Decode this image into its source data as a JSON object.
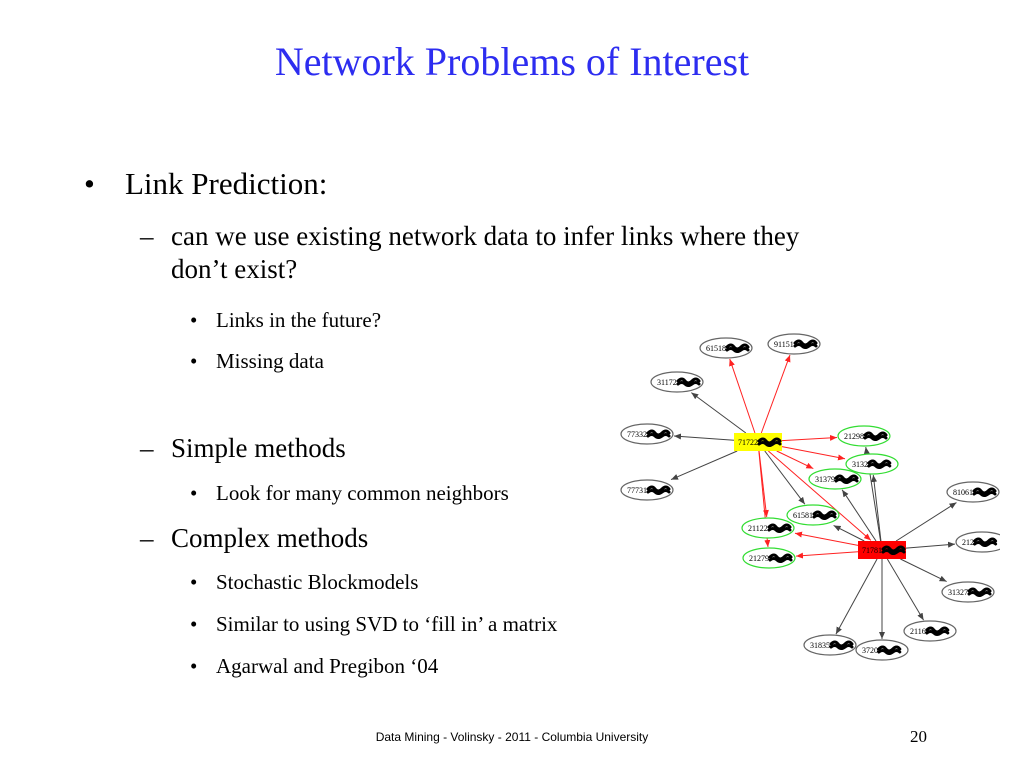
{
  "slide": {
    "title": "Network Problems of Interest",
    "footer": "Data Mining - Volinsky - 2011 - Columbia University",
    "page_number": "20"
  },
  "content": {
    "link_prediction": "Link Prediction:",
    "question_line1": "can we use existing network data to infer links where they",
    "question_line2": "don’t exist?",
    "future_links": "Links in the future?",
    "missing_data": "Missing data",
    "simple_methods": "Simple methods",
    "common_neighbors": "Look for many common neighbors",
    "complex_methods": "Complex methods",
    "stochastic": "Stochastic Blockmodels",
    "svd": "Similar to using SVD to ‘fill in’ a matrix",
    "agarwal": "Agarwal and Pregibon ‘04"
  },
  "graph": {
    "colors": {
      "yellow_hub": "#ffff00",
      "red_hub": "#ff0000",
      "green_node": "#33dd33",
      "red_edge": "#ff2222",
      "gray_edge": "#444444"
    },
    "nodes": [
      {
        "id": "n1",
        "label": "61518",
        "shape": "ellipse",
        "color": "gray"
      },
      {
        "id": "n2",
        "label": "91151",
        "shape": "ellipse",
        "color": "gray"
      },
      {
        "id": "n3",
        "label": "31172",
        "shape": "ellipse",
        "color": "gray"
      },
      {
        "id": "n4",
        "label": "77332",
        "shape": "ellipse",
        "color": "gray"
      },
      {
        "id": "n5",
        "label": "77731",
        "shape": "ellipse",
        "color": "gray"
      },
      {
        "id": "n6",
        "label": "71722",
        "shape": "box",
        "color": "yellow"
      },
      {
        "id": "n7",
        "label": "21298",
        "shape": "ellipse",
        "color": "green"
      },
      {
        "id": "n8",
        "label": "3132",
        "shape": "ellipse",
        "color": "green"
      },
      {
        "id": "n9",
        "label": "31379",
        "shape": "ellipse",
        "color": "green"
      },
      {
        "id": "n10",
        "label": "61581",
        "shape": "ellipse",
        "color": "green"
      },
      {
        "id": "n11",
        "label": "21122",
        "shape": "ellipse",
        "color": "green"
      },
      {
        "id": "n12",
        "label": "21279",
        "shape": "ellipse",
        "color": "green"
      },
      {
        "id": "n13",
        "label": "71781",
        "shape": "box",
        "color": "red"
      },
      {
        "id": "n14",
        "label": "81061",
        "shape": "ellipse",
        "color": "gray"
      },
      {
        "id": "n15",
        "label": "212",
        "shape": "ellipse",
        "color": "gray"
      },
      {
        "id": "n16",
        "label": "31327",
        "shape": "ellipse",
        "color": "gray"
      },
      {
        "id": "n17",
        "label": "2116",
        "shape": "ellipse",
        "color": "gray"
      },
      {
        "id": "n18",
        "label": "31835",
        "shape": "ellipse",
        "color": "gray"
      },
      {
        "id": "n19",
        "label": "3720",
        "shape": "ellipse",
        "color": "gray"
      }
    ],
    "edges": [
      {
        "from": "n6",
        "to": "n1",
        "color": "red"
      },
      {
        "from": "n6",
        "to": "n2",
        "color": "red"
      },
      {
        "from": "n6",
        "to": "n3",
        "color": "gray"
      },
      {
        "from": "n6",
        "to": "n4",
        "color": "gray"
      },
      {
        "from": "n6",
        "to": "n5",
        "color": "gray"
      },
      {
        "from": "n6",
        "to": "n7",
        "color": "red"
      },
      {
        "from": "n6",
        "to": "n8",
        "color": "red"
      },
      {
        "from": "n6",
        "to": "n9",
        "color": "red"
      },
      {
        "from": "n6",
        "to": "n10",
        "color": "gray"
      },
      {
        "from": "n6",
        "to": "n11",
        "color": "red"
      },
      {
        "from": "n6",
        "to": "n12",
        "color": "red"
      },
      {
        "from": "n6",
        "to": "n13",
        "color": "red"
      },
      {
        "from": "n13",
        "to": "n7",
        "color": "gray"
      },
      {
        "from": "n13",
        "to": "n8",
        "color": "gray"
      },
      {
        "from": "n13",
        "to": "n9",
        "color": "gray"
      },
      {
        "from": "n13",
        "to": "n10",
        "color": "gray"
      },
      {
        "from": "n13",
        "to": "n11",
        "color": "red"
      },
      {
        "from": "n13",
        "to": "n12",
        "color": "red"
      },
      {
        "from": "n13",
        "to": "n14",
        "color": "gray"
      },
      {
        "from": "n13",
        "to": "n15",
        "color": "gray"
      },
      {
        "from": "n13",
        "to": "n16",
        "color": "gray"
      },
      {
        "from": "n13",
        "to": "n17",
        "color": "gray"
      },
      {
        "from": "n13",
        "to": "n18",
        "color": "gray"
      },
      {
        "from": "n13",
        "to": "n19",
        "color": "gray"
      }
    ]
  }
}
